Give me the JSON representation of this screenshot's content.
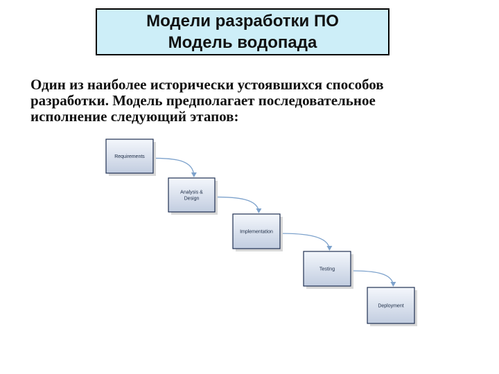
{
  "title": {
    "line1": "Модели разработки ПО",
    "line2": "Модель водопада"
  },
  "description": {
    "lines": [
      "Один из наиболее исторически устоявшихся способов",
      "разработки. Модель предполагает последовательное",
      "исполнение следующий этапов:"
    ]
  },
  "diagram": {
    "stages": [
      [
        "Requirements"
      ],
      [
        "Analysis &",
        "Design"
      ],
      [
        "Implementation"
      ],
      [
        "Testing"
      ],
      [
        "Deployment"
      ]
    ],
    "colors": {
      "box_fill_top": "#f4f7fc",
      "box_fill_bottom": "#c2cde0",
      "box_border": "#1e2f52",
      "arrow": "#7da2cc",
      "shadow": "#d8d8d8"
    }
  }
}
